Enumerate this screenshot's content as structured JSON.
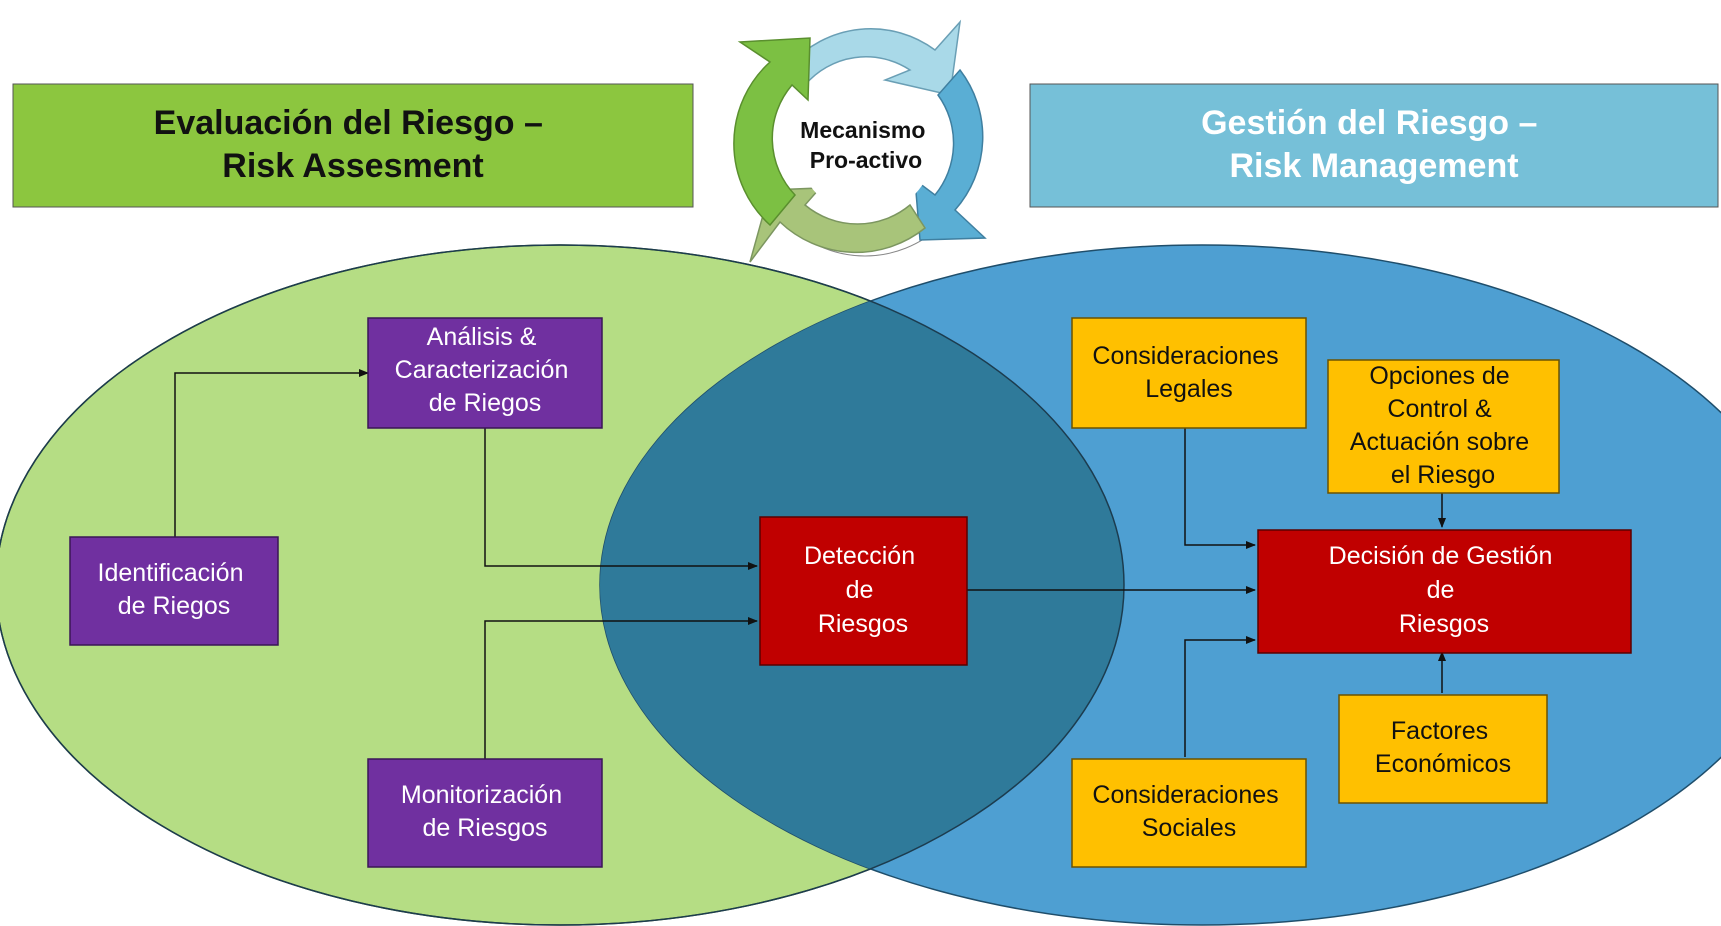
{
  "colors": {
    "assessment_banner": "#8cc63f",
    "management_banner": "#76c0d8",
    "assessment_ellipse": "#b5dd84",
    "management_ellipse": "#4e9fd2",
    "overlap": "#2f7a9a",
    "process_box": "#7030a0",
    "decision_box": "#c00000",
    "factor_box": "#ffc000",
    "cycle_light_blue": "#a9d9e8",
    "cycle_blue": "#5aaed4",
    "cycle_olive": "#a8c47a",
    "cycle_green": "#7cc043"
  },
  "cycle": {
    "line1": "Mecanismo",
    "line2": "Pro-activo"
  },
  "banners": {
    "assessment": {
      "line1": "Evaluación del Riesgo –",
      "line2": "Risk Assesment"
    },
    "management": {
      "line1": "Gestión del Riesgo  –",
      "line2": "Risk Management"
    }
  },
  "boxes": {
    "analisis": [
      "Análisis &",
      "Caracterización",
      "de Riegos"
    ],
    "identificacion": [
      "Identificación",
      "de Riegos"
    ],
    "monitorizacion": [
      "Monitorización",
      "de Riesgos"
    ],
    "deteccion": [
      "Detección",
      "de",
      "Riesgos"
    ],
    "legales": [
      "Consideraciones",
      "Legales"
    ],
    "opciones": [
      "Opciones de",
      "Control &",
      "Actuación sobre",
      "el Riesgo"
    ],
    "decision": [
      "Decisión de Gestión",
      "de",
      "Riesgos"
    ],
    "economicos": [
      "Factores",
      "Económicos"
    ],
    "sociales": [
      "Consideraciones",
      "Sociales"
    ]
  }
}
